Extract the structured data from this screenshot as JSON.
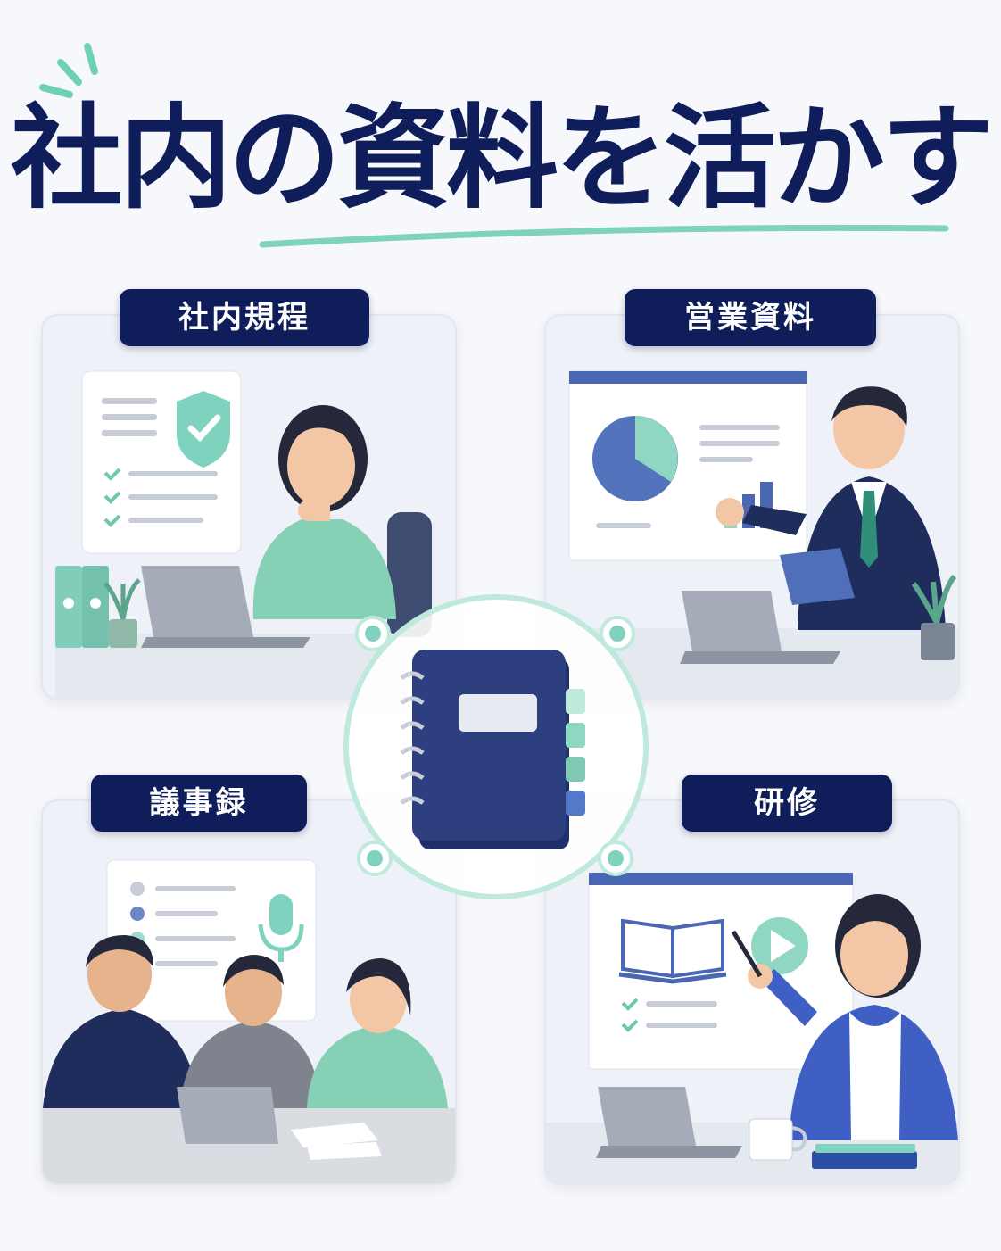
{
  "header": {
    "title": "社内の資料を活かす"
  },
  "panels": [
    {
      "label": "社内規程"
    },
    {
      "label": "営業資料"
    },
    {
      "label": "議事録"
    },
    {
      "label": "研修"
    }
  ],
  "icons": [
    "notebook-icon",
    "shield-check-icon",
    "pie-chart-icon",
    "microphone-icon",
    "play-icon",
    "open-book-icon"
  ],
  "colors": {
    "navy": "#0f1e5a",
    "mint": "#7fd3be",
    "blue": "#4a67b3",
    "panel": "#eef1f7"
  }
}
